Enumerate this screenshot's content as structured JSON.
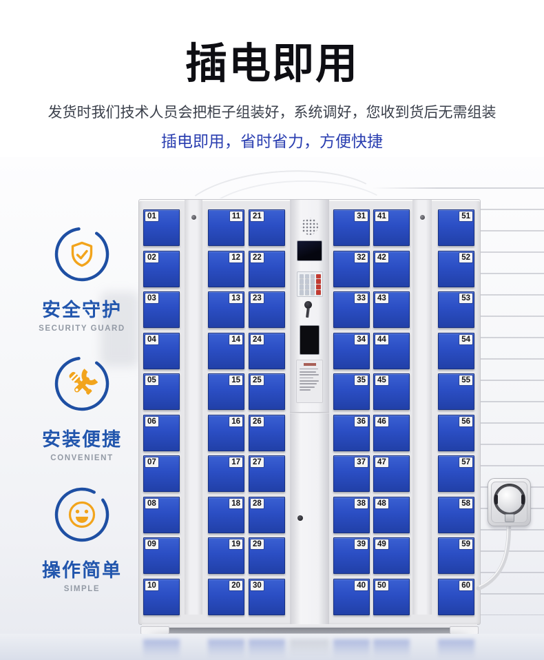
{
  "page": {
    "title": "插电即用",
    "subtitle": "发货时我们技术人员会把柜子组装好，系统调好，您收到货后无需组装",
    "tagline": "插电即用，省时省力，方便快捷"
  },
  "features": [
    {
      "icon": "shield-check-icon",
      "label": "安全守护",
      "sublabel": "SECURITY GUARD"
    },
    {
      "icon": "tools-icon",
      "label": "安装便捷",
      "sublabel": "CONVENIENT"
    },
    {
      "icon": "smiley-icon",
      "label": "操作简单",
      "sublabel": "SIMPLE"
    }
  ],
  "locker": {
    "columns": [
      {
        "label_side": "left",
        "numbers": [
          "01",
          "02",
          "03",
          "04",
          "05",
          "06",
          "07",
          "08",
          "09",
          "10"
        ]
      },
      {
        "label_side": "right",
        "numbers": [
          "11",
          "12",
          "13",
          "14",
          "15",
          "16",
          "17",
          "18",
          "19",
          "20"
        ]
      },
      {
        "label_side": "left",
        "numbers": [
          "21",
          "22",
          "23",
          "24",
          "25",
          "26",
          "27",
          "28",
          "29",
          "30"
        ]
      },
      {
        "label_side": "right",
        "numbers": [
          "31",
          "32",
          "33",
          "34",
          "35",
          "36",
          "37",
          "38",
          "39",
          "40"
        ]
      },
      {
        "label_side": "left",
        "numbers": [
          "41",
          "42",
          "43",
          "44",
          "45",
          "46",
          "47",
          "48",
          "49",
          "50"
        ]
      },
      {
        "label_side": "right",
        "numbers": [
          "51",
          "52",
          "53",
          "54",
          "55",
          "56",
          "57",
          "58",
          "59",
          "60"
        ]
      }
    ],
    "control_panel_components": [
      "speaker-grille",
      "display-screen",
      "keypad",
      "key-lock",
      "scanner-window",
      "instruction-label"
    ]
  },
  "colors": {
    "door_blue": "#2b4ec4",
    "accent_blue": "#1e4fa3",
    "accent_orange": "#f2a41c",
    "tagline_blue": "#2a3eb0",
    "keypad_red": "#c23b32"
  }
}
